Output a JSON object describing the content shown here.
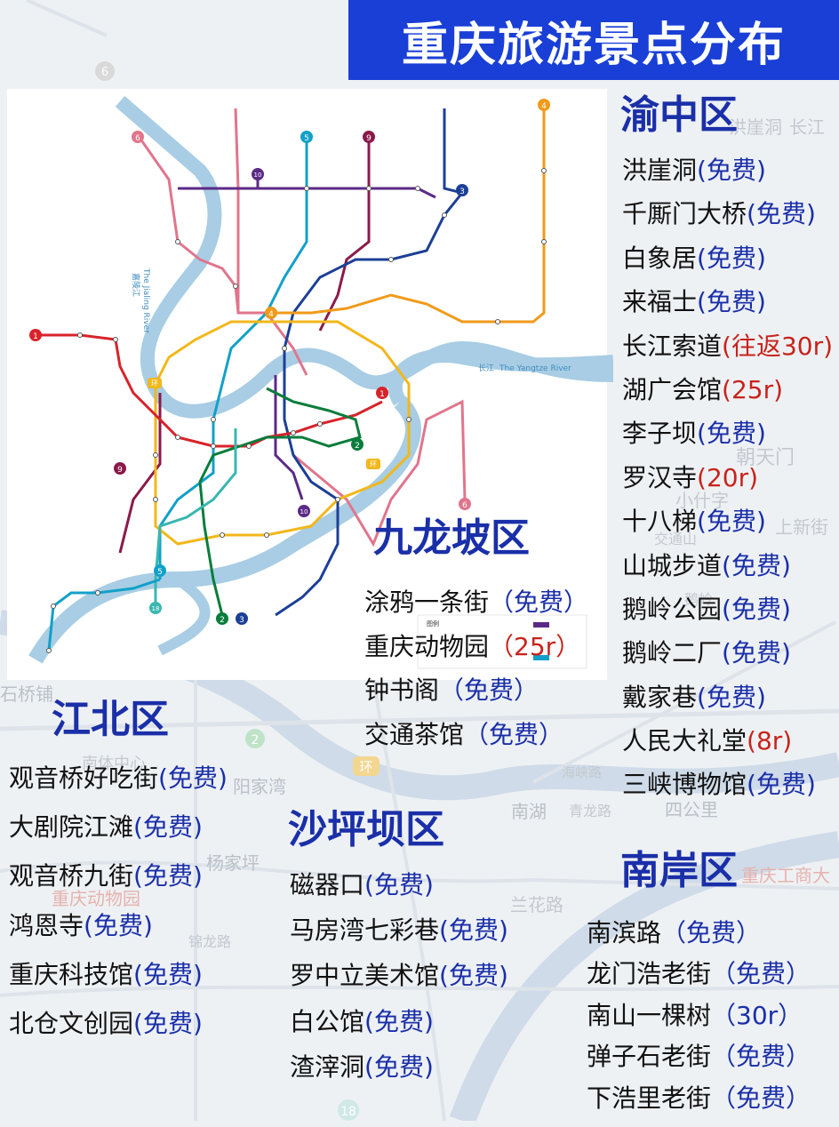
{
  "header": {
    "title": "重庆旅游景点分布"
  },
  "background_map": {
    "labels": [
      "6",
      "石桥铺",
      "2",
      "环",
      "南湖",
      "青龙路",
      "四公里",
      "海峡路",
      "杨家坪",
      "兰花路",
      "锦龙路",
      "重庆动物园",
      "阳家湾",
      "18",
      "洪崖洞",
      "长江",
      "朝天门",
      "小什字",
      "上新街",
      "交通山",
      "重庆工商大",
      "鹅岭",
      "南体中心"
    ]
  },
  "metro_map": {
    "river_labels": [
      "嘉陵江",
      "The Jialing River",
      "长江",
      "The Yangtze River"
    ],
    "line_badges": [
      "1",
      "2",
      "3",
      "4",
      "5",
      "6",
      "9",
      "10",
      "18",
      "环"
    ],
    "legend_title": "图例",
    "colors": {
      "line1": "#d8232a",
      "line2": "#0a7d3c",
      "line3": "#1c3f96",
      "line4": "#f09a1a",
      "line5": "#12a0c8",
      "line6": "#e0758c",
      "line9": "#8a1a4a",
      "line10": "#5b2a86",
      "line18": "#39b7b0",
      "loop": "#f2b71a",
      "river": "#a8cde4"
    }
  },
  "districts": {
    "yuzhong": {
      "name": "渝中区",
      "spots": [
        {
          "name": "洪崖洞",
          "fee": "(免费)",
          "paid": false
        },
        {
          "name": "千厮门大桥",
          "fee": "(免费)",
          "paid": false
        },
        {
          "name": "白象居",
          "fee": "(免费)",
          "paid": false
        },
        {
          "name": "来福士",
          "fee": "(免费)",
          "paid": false
        },
        {
          "name": "长江索道",
          "fee": "(往返30r)",
          "paid": true
        },
        {
          "name": "湖广会馆",
          "fee": "(25r)",
          "paid": true
        },
        {
          "name": "李子坝",
          "fee": "(免费)",
          "paid": false
        },
        {
          "name": "罗汉寺",
          "fee": "(20r)",
          "paid": true
        },
        {
          "name": "十八梯",
          "fee": "(免费)",
          "paid": false
        },
        {
          "name": "山城步道",
          "fee": "(免费)",
          "paid": false
        },
        {
          "name": "鹅岭公园",
          "fee": "(免费)",
          "paid": false
        },
        {
          "name": "鹅岭二厂",
          "fee": "(免费)",
          "paid": false
        },
        {
          "name": "戴家巷",
          "fee": "(免费)",
          "paid": false
        },
        {
          "name": "人民大礼堂",
          "fee": "(8r)",
          "paid": true
        },
        {
          "name": "三峡博物馆",
          "fee": "(免费)",
          "paid": false
        }
      ]
    },
    "jiulongpo": {
      "name": "九龙坡区",
      "spots": [
        {
          "name": "涂鸦一条街",
          "fee": "（免费）",
          "paid": false
        },
        {
          "name": "重庆动物园",
          "fee": "（25r）",
          "paid": true
        },
        {
          "name": "钟书阁",
          "fee": "（免费）",
          "paid": false
        },
        {
          "name": "交通茶馆",
          "fee": "（免费）",
          "paid": false
        }
      ]
    },
    "jiangbei": {
      "name": "江北区",
      "spots": [
        {
          "name": "观音桥好吃街",
          "fee": "(免费)",
          "paid": false
        },
        {
          "name": "大剧院江滩",
          "fee": "(免费)",
          "paid": false
        },
        {
          "name": "观音桥九街",
          "fee": "(免费)",
          "paid": false
        },
        {
          "name": "鸿恩寺",
          "fee": "(免费)",
          "paid": false
        },
        {
          "name": "重庆科技馆",
          "fee": "(免费)",
          "paid": false
        },
        {
          "name": "北仓文创园",
          "fee": "(免费)",
          "paid": false
        }
      ]
    },
    "shapingba": {
      "name": "沙坪坝区",
      "spots": [
        {
          "name": "磁器口",
          "fee": "(免费)",
          "paid": false
        },
        {
          "name": "马房湾七彩巷",
          "fee": "(免费)",
          "paid": false
        },
        {
          "name": "罗中立美术馆",
          "fee": "(免费)",
          "paid": false
        },
        {
          "name": "白公馆",
          "fee": "(免费)",
          "paid": false
        },
        {
          "name": "渣滓洞",
          "fee": "(免费)",
          "paid": false
        }
      ]
    },
    "nanan": {
      "name": "南岸区",
      "spots": [
        {
          "name": "南滨路",
          "fee": "（免费）",
          "paid": false
        },
        {
          "name": "龙门浩老街",
          "fee": "（免费）",
          "paid": false
        },
        {
          "name": "南山一棵树",
          "fee": "（30r）",
          "paid": false
        },
        {
          "name": "弹子石老街",
          "fee": "（免费）",
          "paid": false
        },
        {
          "name": "下浩里老街",
          "fee": "（免费）",
          "paid": false
        }
      ]
    }
  }
}
